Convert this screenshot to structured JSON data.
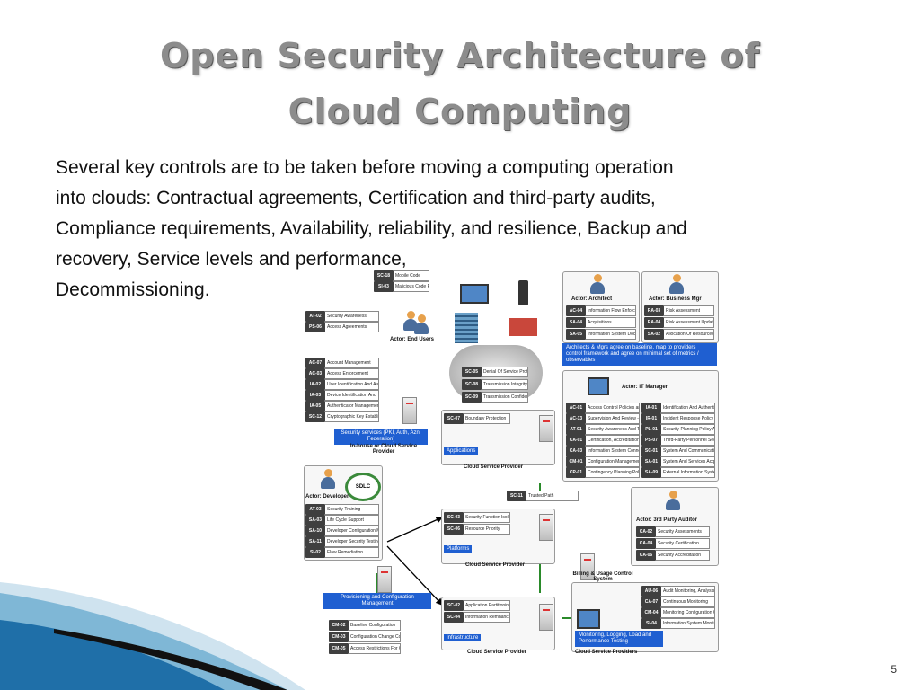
{
  "slide": {
    "title_line1": "Open Security Architecture of",
    "title_line2": "Cloud Computing",
    "body_lines": [
      "Several key controls are to be taken before moving a computing operation",
      "into clouds: Contractual agreements, Certification and third-party audits,",
      "Compliance requirements, Availability, reliability, and resilience, Backup and",
      "recovery, Service levels and performance,",
      "Decommissioning."
    ],
    "page_number": "5"
  },
  "diagram": {
    "end_users": {
      "label": "Actor: End Users",
      "controls": [
        {
          "id": "AT-02",
          "name": "Security Awareness"
        },
        {
          "id": "PS-06",
          "name": "Access Agreements"
        }
      ]
    },
    "mobile": {
      "controls": [
        {
          "id": "SC-18",
          "name": "Mobile Code"
        },
        {
          "id": "SI-03",
          "name": "Malicious Code Protection"
        }
      ]
    },
    "access": {
      "controls": [
        {
          "id": "AC-07",
          "name": "Account Management"
        },
        {
          "id": "AC-03",
          "name": "Access Enforcement"
        },
        {
          "id": "IA-02",
          "name": "User Identification And Authentication"
        },
        {
          "id": "IA-03",
          "name": "Device Identification And"
        },
        {
          "id": "IA-05",
          "name": "Authenticator Management"
        },
        {
          "id": "SC-12",
          "name": "Cryptographic Key Establishment And M."
        }
      ],
      "services": "Security services (PKI, Auth, Azn, Federation)",
      "provider": "In-house or Cloud Service Provider"
    },
    "cloud_net": {
      "controls": [
        {
          "id": "SC-05",
          "name": "Denial Of Service Protection"
        },
        {
          "id": "SC-08",
          "name": "Transmission Integrity"
        },
        {
          "id": "SC-09",
          "name": "Transmission Confidentiality"
        }
      ]
    },
    "applications": {
      "controls": [
        {
          "id": "SC-07",
          "name": "Boundary Protection"
        }
      ],
      "badge": "Applications",
      "provider": "Cloud Service Provider"
    },
    "architect": {
      "label": "Actor: Architect",
      "controls": [
        {
          "id": "AC-04",
          "name": "Information Flow Enforcement"
        },
        {
          "id": "SA-04",
          "name": "Acquisitions"
        },
        {
          "id": "SA-05",
          "name": "Information System Documentation"
        }
      ]
    },
    "business_mgr": {
      "label": "Actor: Business Mgr",
      "controls": [
        {
          "id": "RA-03",
          "name": "Risk Assessment"
        },
        {
          "id": "RA-04",
          "name": "Risk Assessment Update"
        },
        {
          "id": "SA-02",
          "name": "Allocation Of Resources"
        }
      ]
    },
    "agree_note": "Architects & Mgrs agree on baseline, map to providers control framework and agree on minimal set of metrics / observables",
    "it_manager": {
      "label": "Actor: IT Manager",
      "controls_left": [
        {
          "id": "AC-01",
          "name": "Access Control Policies and Proced."
        },
        {
          "id": "AC-13",
          "name": "Supervision And Review -- Access Co."
        },
        {
          "id": "AT-01",
          "name": "Security Awareness And Training Policy."
        },
        {
          "id": "CA-01",
          "name": "Certification, Accreditation, And"
        },
        {
          "id": "CA-03",
          "name": "Information System Connections"
        },
        {
          "id": "CM-01",
          "name": "Configuration Management Policy A."
        },
        {
          "id": "CP-01",
          "name": "Contingency Planning Policy And."
        }
      ],
      "controls_right": [
        {
          "id": "IA-01",
          "name": "Identification And Authentication Pol."
        },
        {
          "id": "IR-01",
          "name": "Incident Response Policy And Procedur."
        },
        {
          "id": "PL-01",
          "name": "Security Planning Policy And Procedur."
        },
        {
          "id": "PS-07",
          "name": "Third-Party Personnel Security"
        },
        {
          "id": "SC-01",
          "name": "System And Communications Prot."
        },
        {
          "id": "SA-01",
          "name": "System And Services Acquisition Policy"
        },
        {
          "id": "SA-09",
          "name": "External Information System"
        }
      ]
    },
    "developer": {
      "label": "Actor: Developer",
      "sdlc": "SDLC",
      "controls": [
        {
          "id": "AT-03",
          "name": "Security Training"
        },
        {
          "id": "SA-03",
          "name": "Life Cycle Support"
        },
        {
          "id": "SA-10",
          "name": "Developer Configuration Manag."
        },
        {
          "id": "SA-11",
          "name": "Developer Security Testing"
        },
        {
          "id": "SI-02",
          "name": "Flaw Remediation"
        }
      ]
    },
    "trusted_path": {
      "id": "SC-11",
      "name": "Trusted Path"
    },
    "platforms": {
      "controls": [
        {
          "id": "SC-03",
          "name": "Security Function Isolation"
        },
        {
          "id": "SC-06",
          "name": "Resource Priority"
        }
      ],
      "badge": "Platforms",
      "provider": "Cloud Service Provider"
    },
    "auditor": {
      "label": "Actor: 3rd Party Auditor",
      "controls": [
        {
          "id": "CA-02",
          "name": "Security Assessments"
        },
        {
          "id": "CA-04",
          "name": "Security Certification"
        },
        {
          "id": "CA-06",
          "name": "Security Accreditation"
        }
      ]
    },
    "billing": "Billing & Usage Control System",
    "provisioning": {
      "badge": "Provisioning and Configuration Management",
      "controls": [
        {
          "id": "CM-02",
          "name": "Baseline Configuration"
        },
        {
          "id": "CM-03",
          "name": "Configuration Change Control"
        },
        {
          "id": "CM-05",
          "name": "Access Restrictions For Change"
        }
      ]
    },
    "infrastructure": {
      "controls": [
        {
          "id": "SC-02",
          "name": "Application Partitioning"
        },
        {
          "id": "SC-04",
          "name": "Information Remnance"
        }
      ],
      "badge": "Infrastructure",
      "provider": "Cloud Service Provider"
    },
    "monitoring": {
      "controls": [
        {
          "id": "AU-06",
          "name": "Audit Monitoring, Analysis, And Repor."
        },
        {
          "id": "CA-07",
          "name": "Continuous Monitoring"
        },
        {
          "id": "CM-04",
          "name": "Monitoring Configuration Chang."
        },
        {
          "id": "SI-04",
          "name": "Information System Monitoring Tools An."
        }
      ],
      "badge": "Monitoring, Logging, Load and Performance Testing",
      "provider": "Cloud Service Providers"
    }
  }
}
